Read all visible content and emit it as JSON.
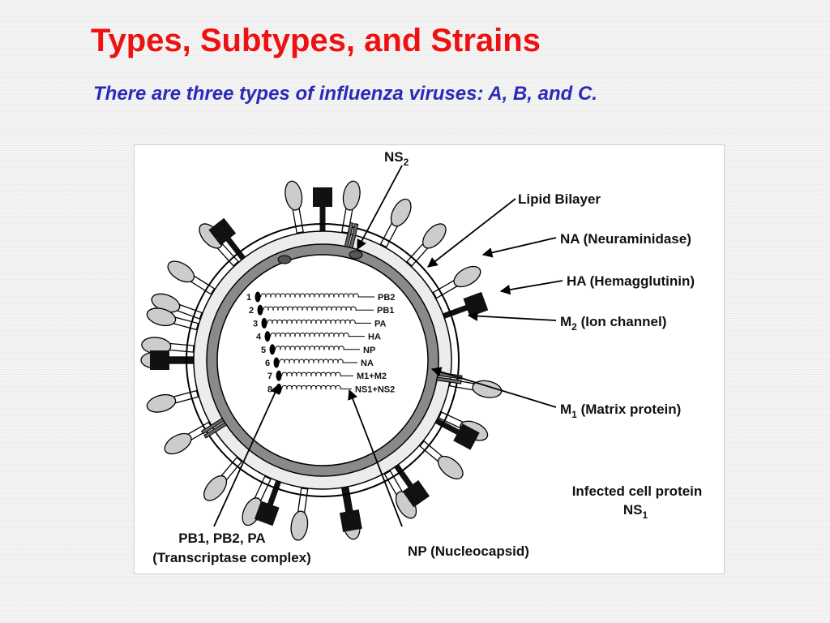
{
  "slide": {
    "title": "Types, Subtypes, and Strains",
    "subtitle": "There are three types of influenza viruses: A, B, and C."
  },
  "diagram": {
    "labels": {
      "ns2_pre": "NS",
      "ns2_sub": "2",
      "lipid": "Lipid Bilayer",
      "na": "NA (Neuraminidase)",
      "ha": "HA (Hemagglutinin)",
      "m2_pre": "M",
      "m2_sub": "2",
      "m2_post": " (Ion channel)",
      "m1_pre": "M",
      "m1_sub": "1",
      "m1_post": " (Matrix protein)",
      "infected": "Infected cell protein",
      "ns1_pre": "NS",
      "ns1_sub": "1",
      "pb_line1": "PB1, PB2, PA",
      "pb_line2": "(Transcriptase complex)",
      "np": "NP (Nucleocapsid)"
    },
    "segments": [
      {
        "num": "1",
        "name": "PB2"
      },
      {
        "num": "2",
        "name": "PB1"
      },
      {
        "num": "3",
        "name": "PA"
      },
      {
        "num": "4",
        "name": "HA"
      },
      {
        "num": "5",
        "name": "NP"
      },
      {
        "num": "6",
        "name": "NA"
      },
      {
        "num": "7",
        "name": "M1+M2"
      },
      {
        "num": "8",
        "name": "NS1+NS2"
      }
    ],
    "colors": {
      "title": "#ee1111",
      "subtitle": "#2b2bb8",
      "matrix": "#8a8a8a",
      "bilayer": "#ececec",
      "ha_head": "#cccccc",
      "na_box": "#111111"
    }
  }
}
